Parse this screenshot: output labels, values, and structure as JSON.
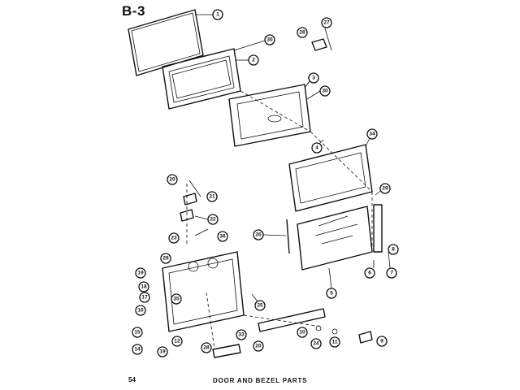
{
  "page_title": "B-3",
  "page_number": "54",
  "caption": "DOOR AND BEZEL PARTS",
  "callouts": [
    {
      "id": "c1",
      "label": "1"
    },
    {
      "id": "c30a",
      "label": "30"
    },
    {
      "id": "c2",
      "label": "2"
    },
    {
      "id": "c27",
      "label": "27"
    },
    {
      "id": "c28",
      "label": "28"
    },
    {
      "id": "c3",
      "label": "3"
    },
    {
      "id": "c30b",
      "label": "30"
    },
    {
      "id": "c4",
      "label": "4"
    },
    {
      "id": "c34",
      "label": "34"
    },
    {
      "id": "c20a",
      "label": "20"
    },
    {
      "id": "c21",
      "label": "21"
    },
    {
      "id": "c22",
      "label": "22"
    },
    {
      "id": "c23",
      "label": "23"
    },
    {
      "id": "c29a",
      "label": "29"
    },
    {
      "id": "c36",
      "label": "36"
    },
    {
      "id": "c26",
      "label": "26"
    },
    {
      "id": "c25",
      "label": "25"
    },
    {
      "id": "c19a",
      "label": "19"
    },
    {
      "id": "c18",
      "label": "18"
    },
    {
      "id": "c17",
      "label": "17"
    },
    {
      "id": "c35",
      "label": "35"
    },
    {
      "id": "c16",
      "label": "16"
    },
    {
      "id": "c15",
      "label": "15"
    },
    {
      "id": "c12",
      "label": "12"
    },
    {
      "id": "c14",
      "label": "14"
    },
    {
      "id": "c19b",
      "label": "19"
    },
    {
      "id": "c28b",
      "label": "28"
    },
    {
      "id": "c5",
      "label": "5"
    },
    {
      "id": "c6",
      "label": "6"
    },
    {
      "id": "c7",
      "label": "7"
    },
    {
      "id": "c33",
      "label": "33"
    },
    {
      "id": "c10",
      "label": "10"
    },
    {
      "id": "c24",
      "label": "24"
    },
    {
      "id": "c11",
      "label": "11"
    },
    {
      "id": "c9",
      "label": "9"
    },
    {
      "id": "c8",
      "label": "8"
    },
    {
      "id": "c20b",
      "label": "20"
    },
    {
      "id": "c29b",
      "label": "29"
    }
  ]
}
